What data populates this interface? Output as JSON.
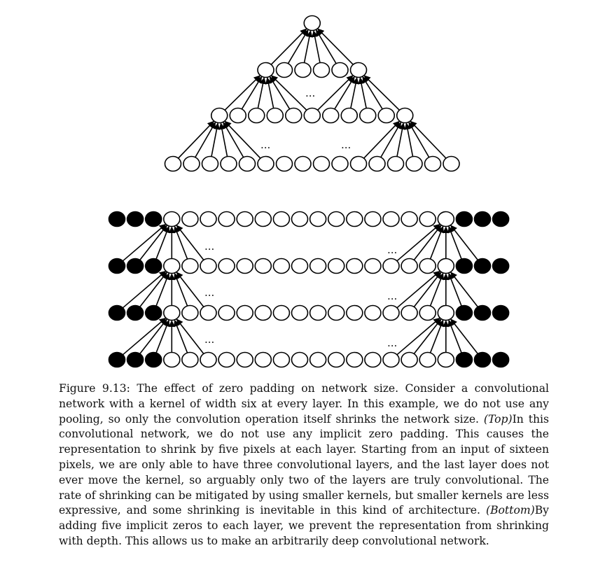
{
  "figure": {
    "top": {
      "layer_sizes": [
        16,
        11,
        6,
        1
      ],
      "kernel_width": 6
    },
    "bottom": {
      "num_layers": 4,
      "padding_each_side": 3,
      "real_units": 16
    },
    "ellipsis": "...",
    "colors": {
      "stroke": "#000000",
      "filled": "#000000",
      "empty": "#ffffff"
    }
  },
  "caption": {
    "label": "Figure 9.13:",
    "part1": " The effect of zero padding on network size. Consider a convolutional network with a kernel of width six at every layer. In this example, we do not use any pooling, so only the convolution operation itself shrinks the network size. ",
    "tag_top": "(Top)",
    "part2": "In this convolutional network, we do not use any implicit zero padding. This causes the representation to shrink by five pixels at each layer. Starting from an input of sixteen pixels, we are only able to have three convolutional layers, and the last layer does not ever move the kernel, so arguably only two of the layers are truly convolutional. The rate of shrinking can be mitigated by using smaller kernels, but smaller kernels are less expressive, and some shrinking is inevitable in this kind of architecture. ",
    "tag_bottom": "(Bottom)",
    "part3": "By adding five implicit zeros to each layer, we prevent the representation from shrinking with depth. This allows us to make an arbitrarily deep convolutional network."
  }
}
